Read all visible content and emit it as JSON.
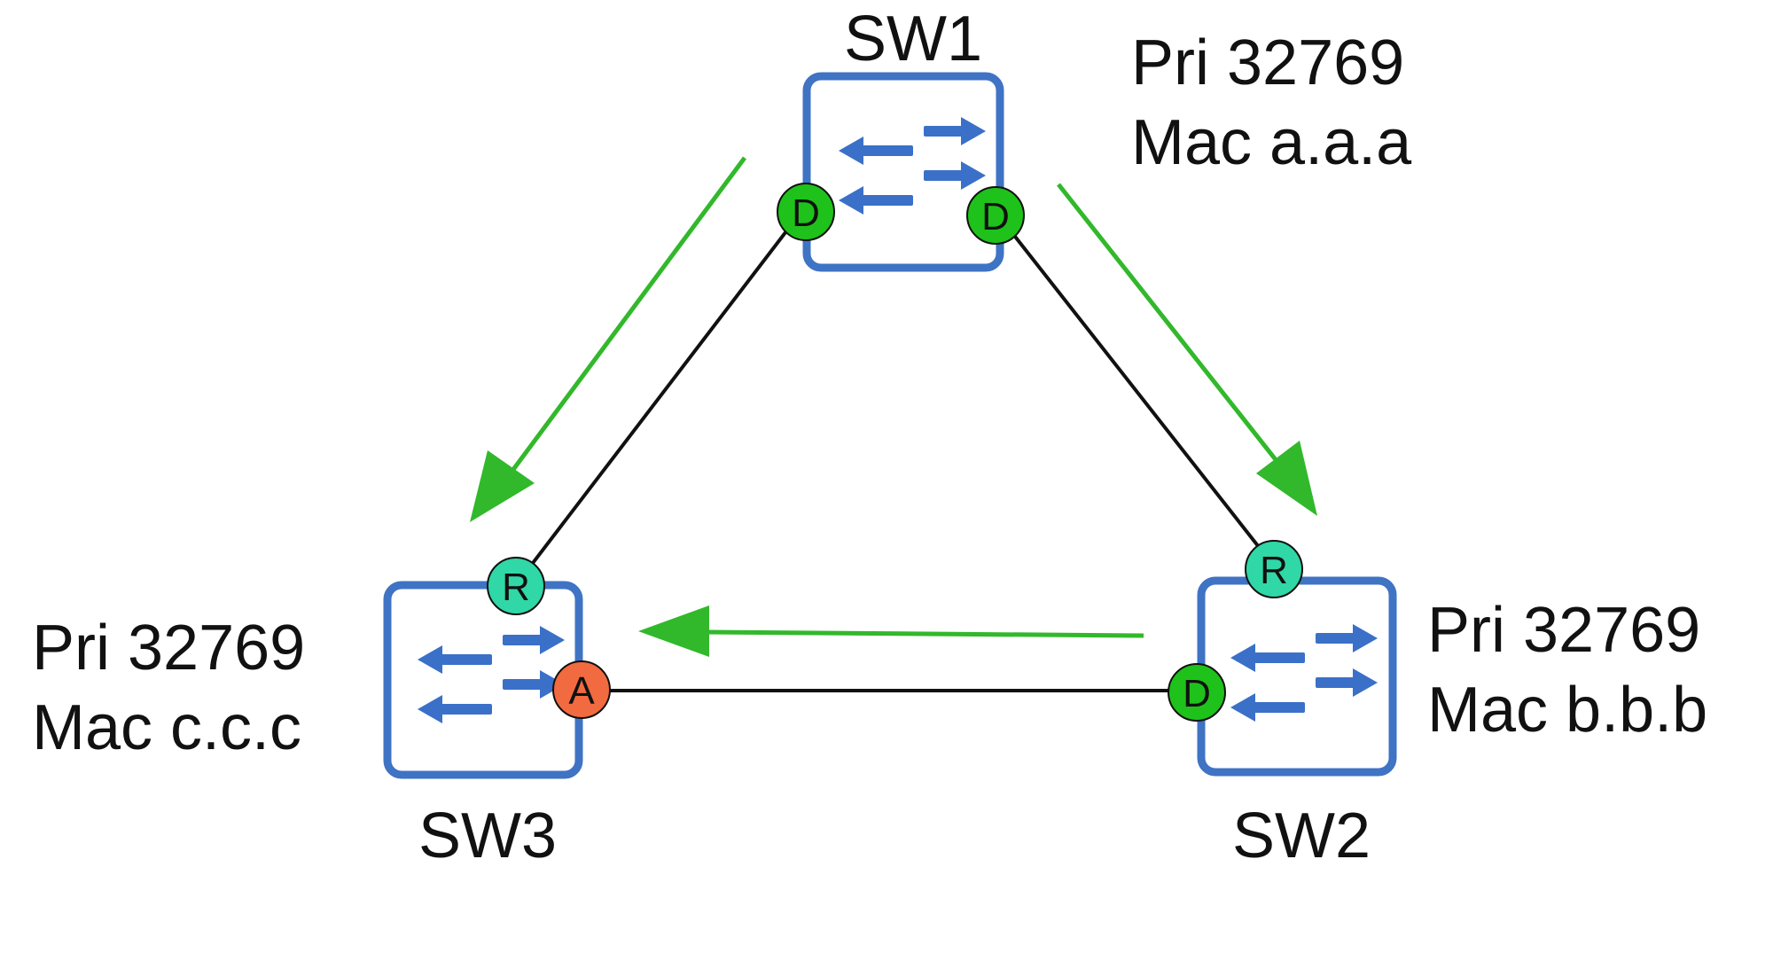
{
  "colors": {
    "switch_border": "#3f73c4",
    "switch_icon": "#3a70c8",
    "link": "#111111",
    "flow_arrow": "#32b82b",
    "designated_port": "#1ec21a",
    "root_port": "#2fd8a6",
    "alternate_port": "#f26a3f"
  },
  "switches": {
    "sw1": {
      "name": "SW1",
      "priority": "Pri 32769",
      "mac": "Mac a.a.a",
      "icon": "switch-arrows-icon"
    },
    "sw2": {
      "name": "SW2",
      "priority": "Pri 32769",
      "mac": "Mac b.b.b",
      "icon": "switch-arrows-icon"
    },
    "sw3": {
      "name": "SW3",
      "priority": "Pri 32769",
      "mac": "Mac c.c.c",
      "icon": "switch-arrows-icon"
    }
  },
  "ports": {
    "sw1_left": {
      "role": "D"
    },
    "sw1_right": {
      "role": "D"
    },
    "sw2_top": {
      "role": "R"
    },
    "sw2_left": {
      "role": "D"
    },
    "sw3_top": {
      "role": "R"
    },
    "sw3_right": {
      "role": "A"
    }
  }
}
